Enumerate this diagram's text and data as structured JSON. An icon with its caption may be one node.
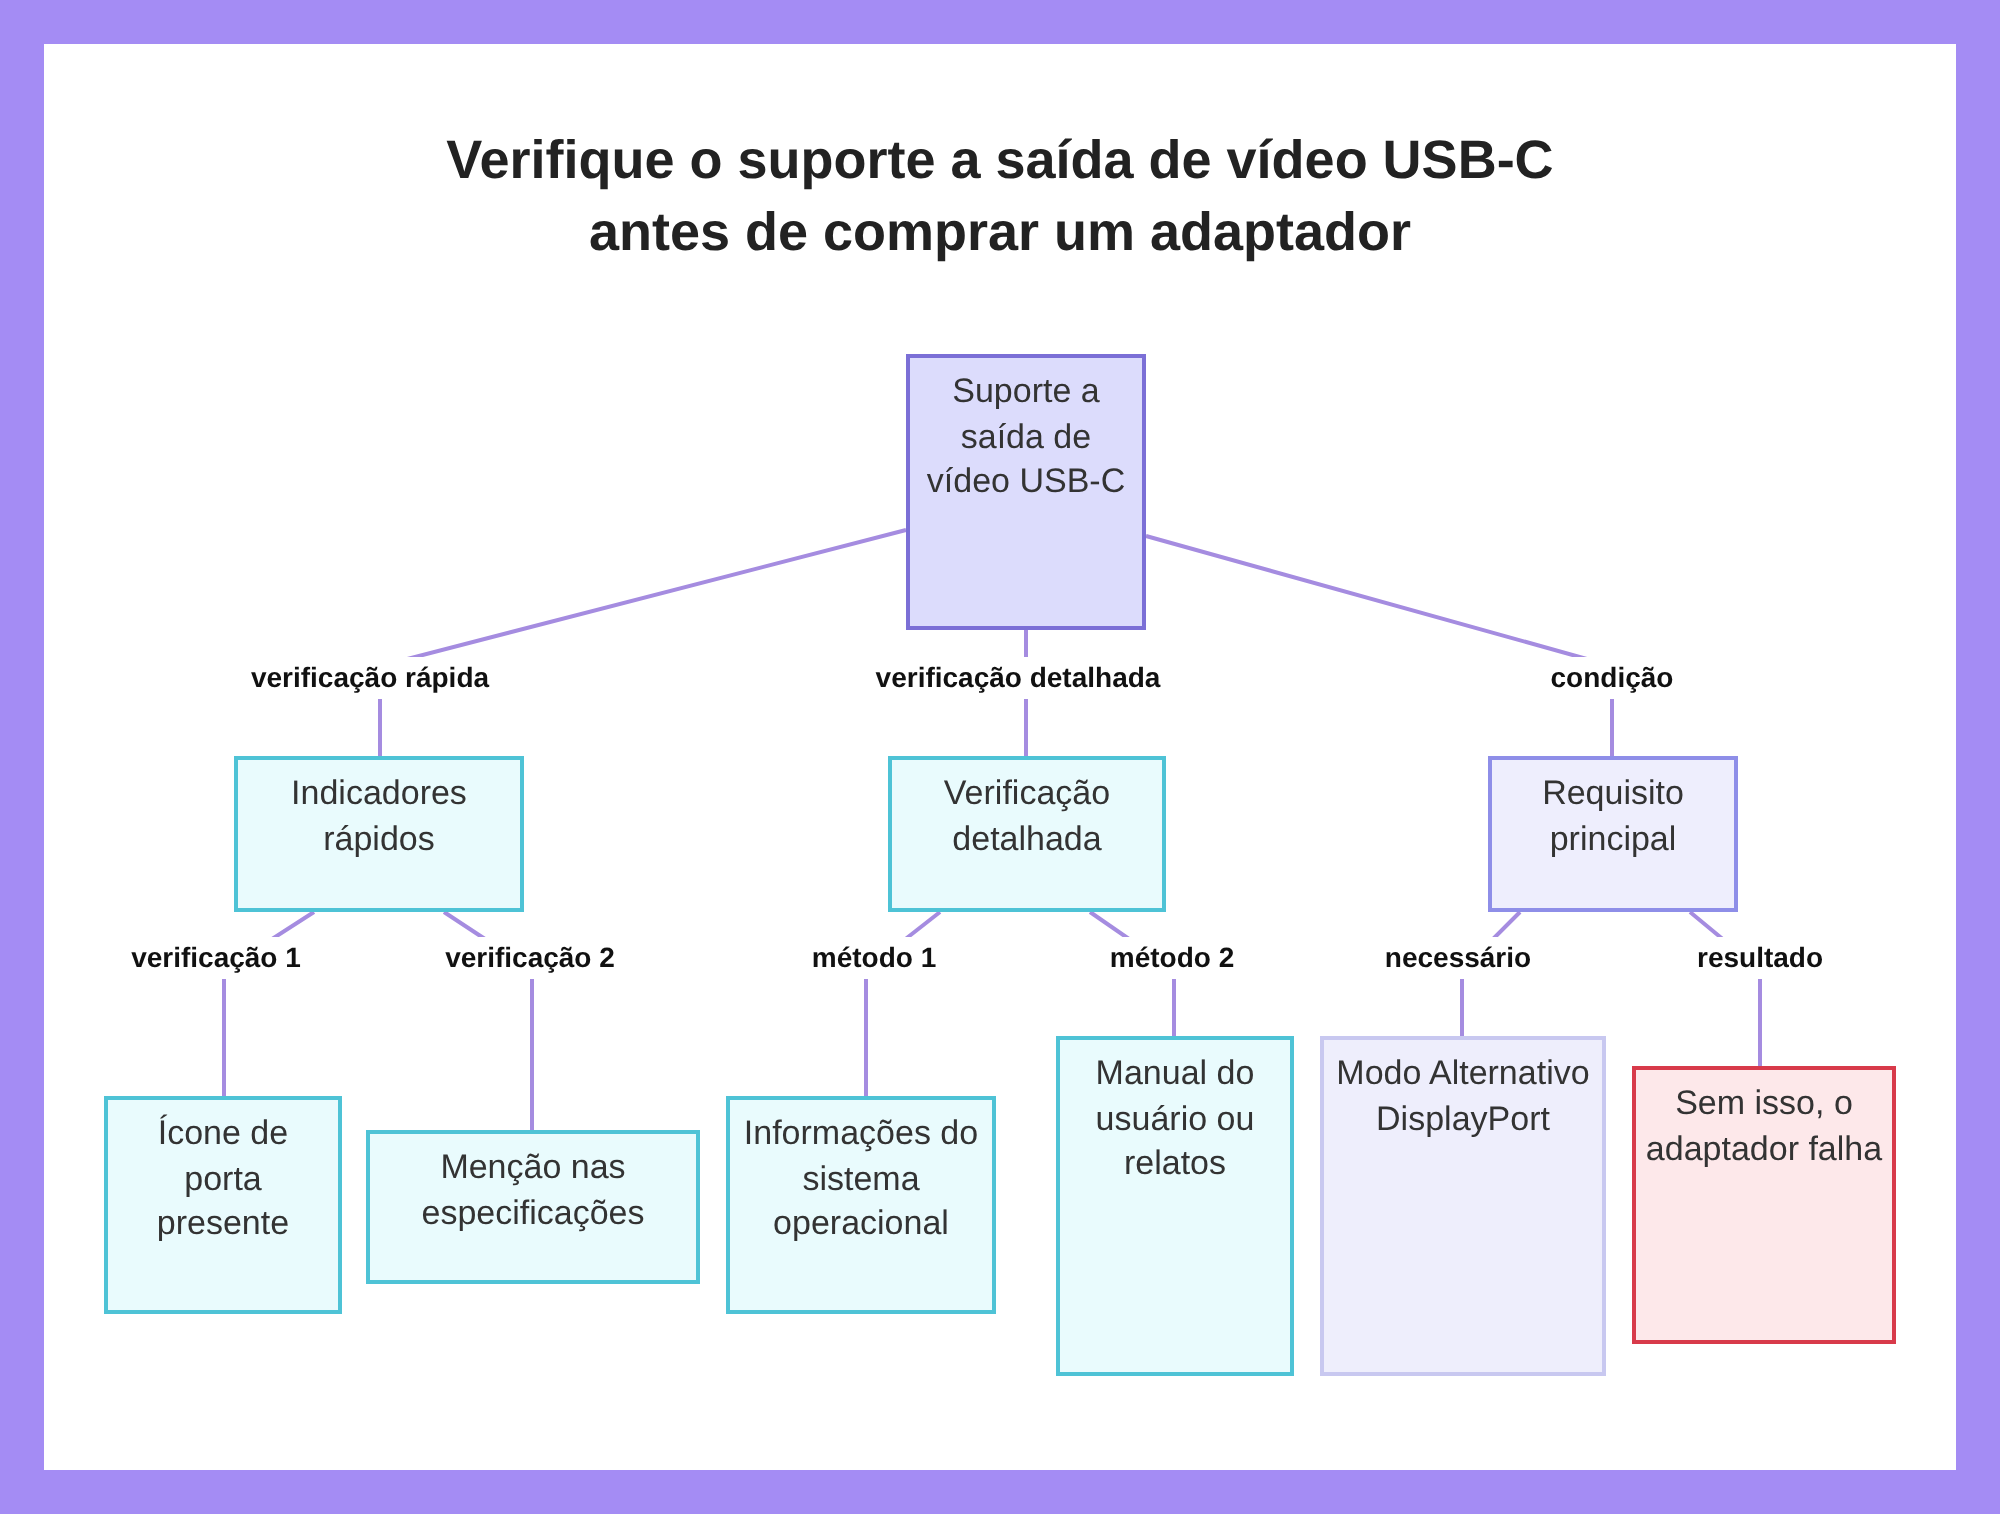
{
  "diagram": {
    "title": "Verifique o suporte a saída de vídeo USB-C antes de comprar um adaptador",
    "nodes": [
      {
        "text": [
          "Suporte a saída de vídeo USB-C"
        ]
      },
      {
        "text": [
          "Indicadores rápidos"
        ]
      },
      {
        "text": [
          "Verificação detalhada"
        ]
      },
      {
        "text": [
          "Requisito principal"
        ]
      },
      {
        "text": [
          "Ícone de porta presente"
        ]
      },
      {
        "text": [
          "Menção nas especificações"
        ]
      },
      {
        "text": [
          "Informações do sistema operacional"
        ]
      },
      {
        "text": [
          "Manual do usuário ou relatos"
        ]
      },
      {
        "text": [
          "Modo Alternativo DisplayPort"
        ]
      },
      {
        "text": [
          "Sem isso, o adaptador falha"
        ]
      }
    ],
    "edges": [
      {
        "from": 0,
        "to": 1,
        "arrow": "none",
        "label": "verificação rápida"
      },
      {
        "from": 0,
        "to": 2,
        "arrow": "none",
        "label": "verificação detalhada"
      },
      {
        "from": 0,
        "to": 3,
        "arrow": "none",
        "label": "condição"
      },
      {
        "from": 1,
        "to": 4,
        "arrow": "none",
        "label": "verificação 1"
      },
      {
        "from": 1,
        "to": 5,
        "arrow": "none",
        "label": "verificação 2"
      },
      {
        "from": 2,
        "to": 6,
        "arrow": "none",
        "label": "método 1"
      },
      {
        "from": 2,
        "to": 7,
        "arrow": "none",
        "label": "método 2"
      },
      {
        "from": 3,
        "to": 8,
        "arrow": "none",
        "label": "necessário"
      },
      {
        "from": 3,
        "to": 9,
        "arrow": "none",
        "label": "resultado"
      }
    ]
  }
}
